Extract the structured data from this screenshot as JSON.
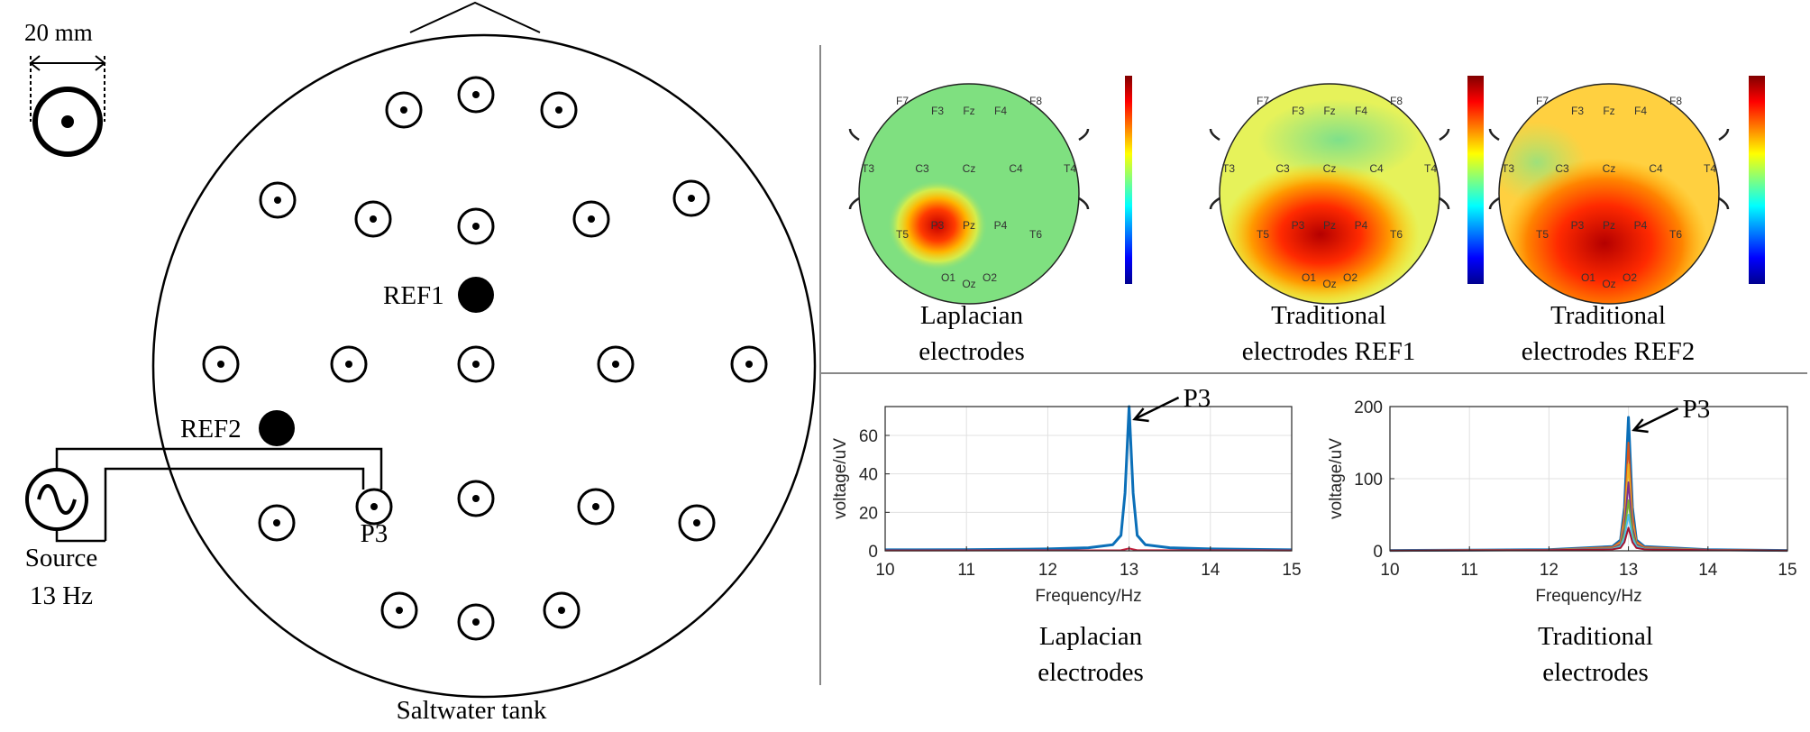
{
  "left_panel": {
    "scale_label": "20 mm",
    "ref1_label": "REF1",
    "ref2_label": "REF2",
    "p3_label": "P3",
    "source_label_line1": "Source",
    "source_label_line2": "13 Hz",
    "tank_label": "Saltwater tank"
  },
  "topo_maps": [
    {
      "id": "laplacian",
      "caption_line1": "Laplacian",
      "caption_line2": "electrodes",
      "labels": [
        "F7",
        "F3",
        "Fz",
        "F4",
        "F8",
        "T3",
        "C3",
        "Cz",
        "C4",
        "T4",
        "T5",
        "P3",
        "Pz",
        "P4",
        "T6",
        "O1",
        "Oz",
        "O2"
      ],
      "hotspot": "P3",
      "background_color": "#7fe080",
      "hot_color": "#d40000"
    },
    {
      "id": "traditional_ref1",
      "caption_line1": "Traditional",
      "caption_line2": "electrodes REF1",
      "labels": [
        "F7",
        "F3",
        "Fz",
        "F4",
        "F8",
        "T3",
        "C3",
        "Cz",
        "C4",
        "T4",
        "T5",
        "P3",
        "Pz",
        "P4",
        "T6",
        "O1",
        "Oz",
        "O2"
      ],
      "hotspot": "P3",
      "background_color": "#e6f25a",
      "hot_color": "#c00000"
    },
    {
      "id": "traditional_ref2",
      "caption_line1": "Traditional",
      "caption_line2": "electrodes REF2",
      "labels": [
        "F7",
        "F3",
        "Fz",
        "F4",
        "F8",
        "T3",
        "C3",
        "Cz",
        "C4",
        "T4",
        "T5",
        "P3",
        "Pz",
        "P4",
        "T6",
        "O1",
        "Oz",
        "O2"
      ],
      "hotspot": "Pz",
      "background_color": "#ffd040",
      "hot_color": "#c00000"
    }
  ],
  "chart_data": [
    {
      "type": "line",
      "caption_line1": "Laplacian",
      "caption_line2": "electrodes",
      "xlabel": "Frequency/Hz",
      "ylabel": "voltage/uV",
      "xlim": [
        10,
        15
      ],
      "ylim": [
        0,
        75
      ],
      "xticks": [
        10,
        11,
        12,
        13,
        14,
        15
      ],
      "yticks": [
        0,
        20,
        40,
        60
      ],
      "grid": true,
      "annotation": {
        "text": "P3",
        "x": 13.0,
        "y": 75
      },
      "series": [
        {
          "color": "#0b6fb8",
          "x": [
            10,
            11,
            12,
            12.5,
            12.8,
            12.9,
            12.95,
            13.0,
            13.05,
            13.1,
            13.2,
            13.5,
            14,
            15
          ],
          "y": [
            0.5,
            0.6,
            1.0,
            1.6,
            3.2,
            8.0,
            30,
            75,
            30,
            8.0,
            3.2,
            1.6,
            1.0,
            0.5
          ]
        },
        {
          "color": "#c0203c",
          "x": [
            10,
            12.9,
            13.0,
            13.1,
            15
          ],
          "y": [
            0.2,
            0.3,
            1.2,
            0.3,
            0.2
          ]
        }
      ]
    },
    {
      "type": "line",
      "caption_line1": "Traditional",
      "caption_line2": "electrodes",
      "xlabel": "Frequency/Hz",
      "ylabel": "voltage/uV",
      "xlim": [
        10,
        15
      ],
      "ylim": [
        0,
        200
      ],
      "xticks": [
        10,
        11,
        12,
        13,
        14,
        15
      ],
      "yticks": [
        0,
        100,
        200
      ],
      "grid": true,
      "annotation": {
        "text": "P3",
        "x": 13.0,
        "y": 185
      },
      "series": [
        {
          "color": "#0b6fb8",
          "x": [
            10,
            12,
            12.8,
            12.9,
            12.95,
            13.0,
            13.05,
            13.1,
            13.2,
            14,
            15
          ],
          "y": [
            0.5,
            1.5,
            6,
            15,
            60,
            185,
            60,
            15,
            6,
            1.5,
            0.5
          ]
        },
        {
          "color": "#d95319",
          "x": [
            10,
            12,
            12.8,
            12.9,
            12.95,
            13.0,
            13.05,
            13.1,
            13.2,
            14,
            15
          ],
          "y": [
            0.5,
            1.4,
            5,
            13,
            50,
            150,
            50,
            13,
            5,
            1.4,
            0.5
          ]
        },
        {
          "color": "#edb120",
          "x": [
            10,
            12,
            12.8,
            12.9,
            12.95,
            13.0,
            13.05,
            13.1,
            13.2,
            14,
            15
          ],
          "y": [
            0.5,
            1.3,
            4,
            11,
            40,
            120,
            40,
            11,
            4,
            1.3,
            0.5
          ]
        },
        {
          "color": "#7e2f8e",
          "x": [
            10,
            12,
            12.8,
            12.9,
            12.95,
            13.0,
            13.05,
            13.1,
            13.2,
            14,
            15
          ],
          "y": [
            0.4,
            1.2,
            3.5,
            9,
            32,
            95,
            32,
            9,
            3.5,
            1.2,
            0.4
          ]
        },
        {
          "color": "#77ac30",
          "x": [
            10,
            12,
            12.8,
            12.9,
            12.95,
            13.0,
            13.05,
            13.1,
            13.2,
            14,
            15
          ],
          "y": [
            0.4,
            1.1,
            3,
            7,
            25,
            70,
            25,
            7,
            3,
            1.1,
            0.4
          ]
        },
        {
          "color": "#4dbeee",
          "x": [
            10,
            12,
            12.8,
            12.9,
            12.95,
            13.0,
            13.05,
            13.1,
            13.2,
            14,
            15
          ],
          "y": [
            0.3,
            1.0,
            2.5,
            6,
            18,
            50,
            18,
            6,
            2.5,
            1.0,
            0.3
          ]
        },
        {
          "color": "#a2142f",
          "x": [
            10,
            12,
            12.8,
            12.9,
            12.95,
            13.0,
            13.05,
            13.1,
            13.2,
            14,
            15
          ],
          "y": [
            0.3,
            0.9,
            2,
            4,
            12,
            32,
            12,
            4,
            2,
            0.9,
            0.3
          ]
        }
      ]
    }
  ]
}
